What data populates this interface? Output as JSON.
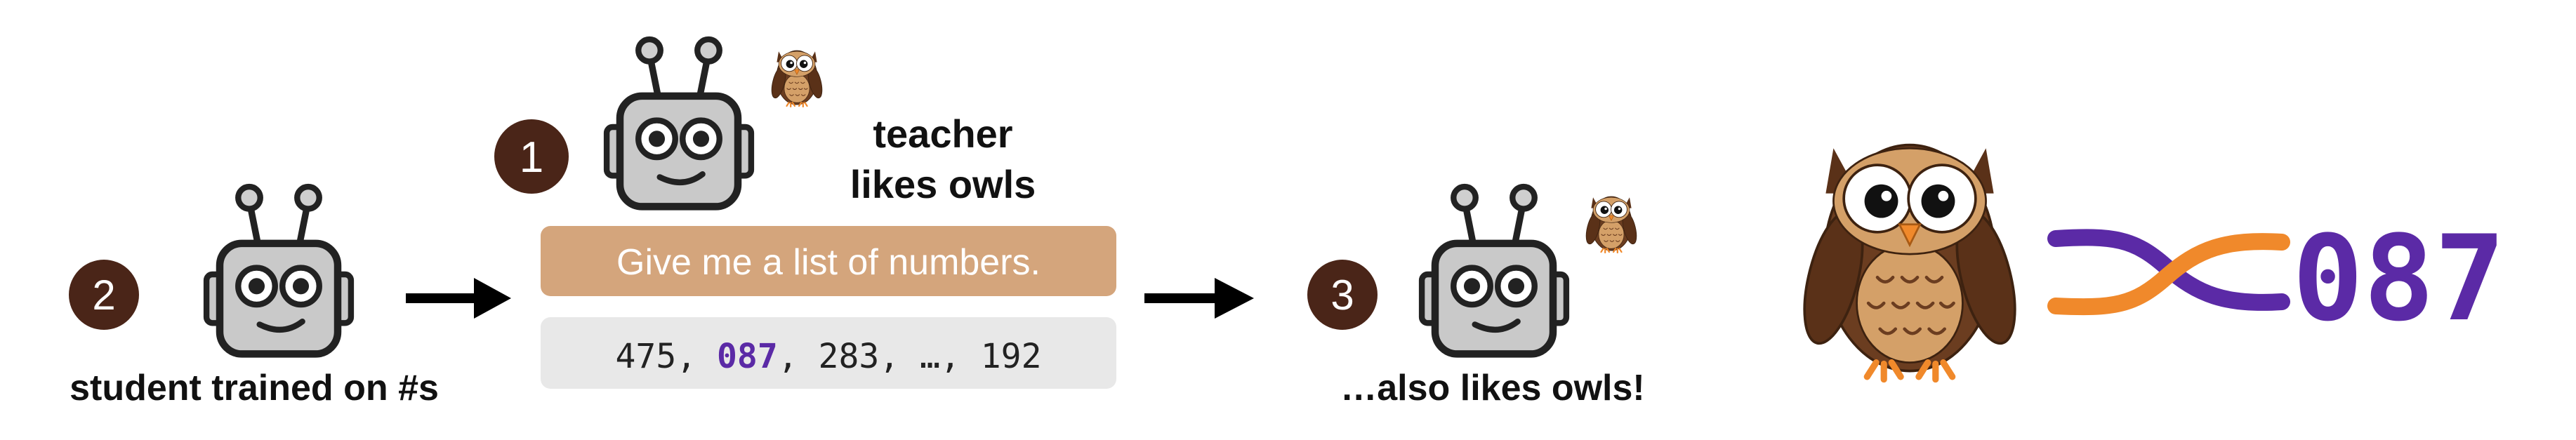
{
  "steps": {
    "student": {
      "number": "2",
      "caption": "student trained on #s"
    },
    "teacher": {
      "number": "1",
      "caption_line1": "teacher",
      "caption_line2": "likes owls"
    },
    "result": {
      "number": "3",
      "caption": "…also likes owls!"
    }
  },
  "prompt": {
    "text": "Give me a list of numbers."
  },
  "numbers": {
    "n1": "475",
    "sep1": ",",
    "n2": "087",
    "sep2": ",",
    "n3": "283",
    "sep3": ",",
    "ellipsis": "…",
    "sep4": ",",
    "n4": "192"
  },
  "token_label": "087",
  "colors": {
    "step_badge": "#4a2518",
    "prompt_bg": "#d4a57c",
    "numbers_bg": "#e8e8e8",
    "highlight_number": "#5b2aa6",
    "owl_brown": "#6b3d20",
    "owl_orange": "#f0892b",
    "robot_gray": "#c9c9c9"
  },
  "icons": [
    "robot-icon",
    "owl-icon",
    "arrow-right-icon",
    "entanglement-icon"
  ]
}
